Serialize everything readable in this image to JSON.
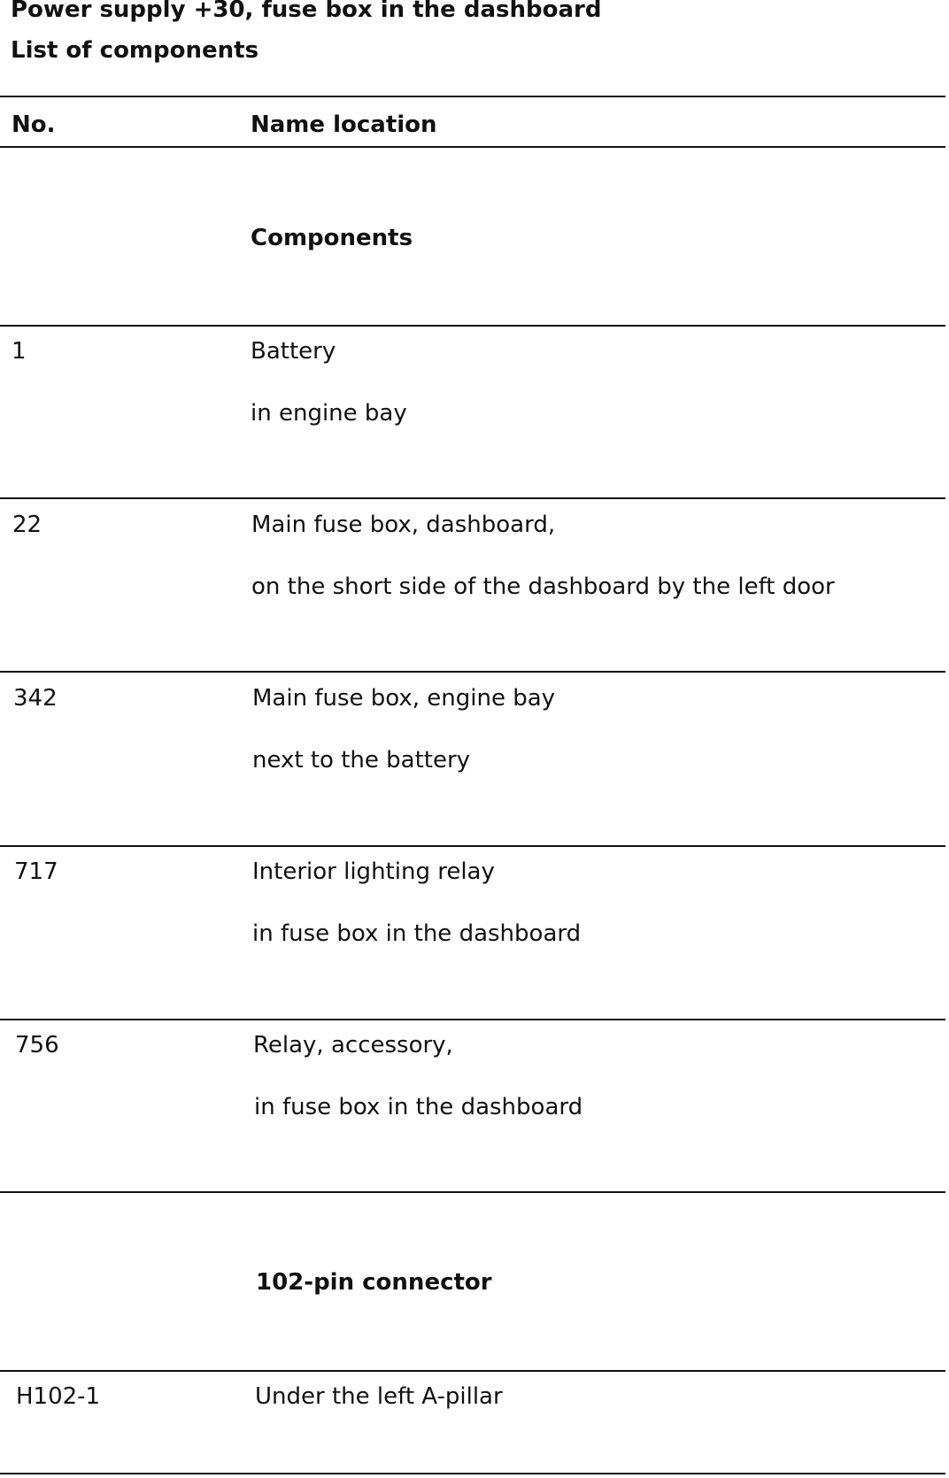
{
  "document": {
    "title": "Power supply +30, fuse box in the dashboard",
    "subtitle": "List of components"
  },
  "table": {
    "headers": {
      "no": "No.",
      "name_location": "Name location"
    },
    "section_components": "Components",
    "rows": [
      {
        "no": "1",
        "name": "Battery",
        "location": "in engine bay"
      },
      {
        "no": "22",
        "name": "Main fuse box, dashboard,",
        "location": "on the short side of the dashboard by the left door"
      },
      {
        "no": "342",
        "name": "Main fuse box, engine bay",
        "location": "next to the battery"
      },
      {
        "no": "717",
        "name": "Interior lighting relay",
        "location": "in fuse box in the dashboard"
      },
      {
        "no": "756",
        "name": "Relay, accessory,",
        "location": "in fuse box in the dashboard"
      }
    ],
    "section_connector": "102-pin connector",
    "connector_rows": [
      {
        "no": "H102-1",
        "location": "Under the left A-pillar"
      }
    ]
  }
}
